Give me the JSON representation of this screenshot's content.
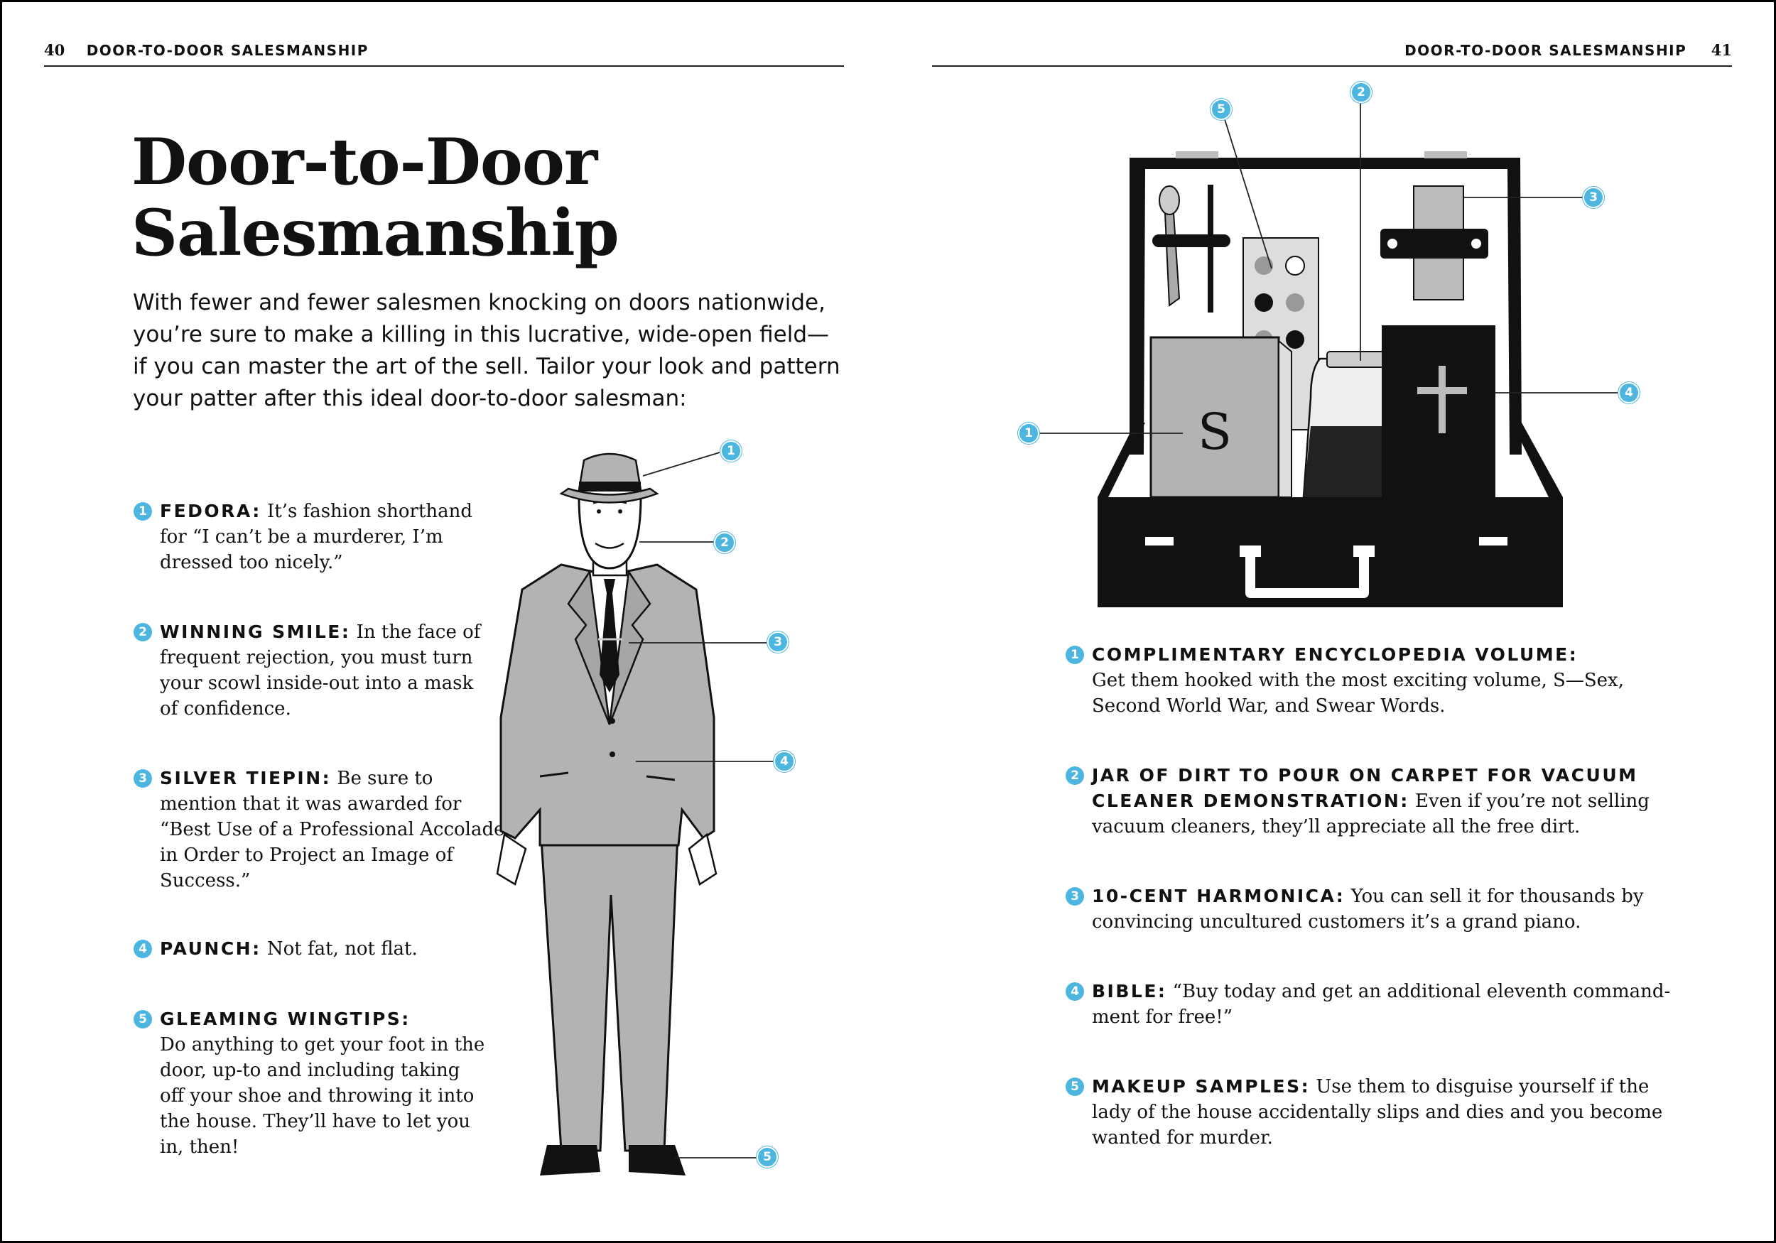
{
  "header": {
    "left_page_number": "40",
    "left_running_title": "DOOR-TO-DOOR SALESMANSHIP",
    "right_running_title": "DOOR-TO-DOOR SALESMANSHIP",
    "right_page_number": "41"
  },
  "title_lines": [
    "Door-to-Door",
    "Salesmanship"
  ],
  "intro_lines": [
    "With fewer and fewer salesmen knocking on doors nationwide,",
    "you’re sure to make a killing in this lucrative, wide-open field—",
    "if you can master the art of the sell. Tailor your look and pattern",
    "your patter after this ideal door-to-door salesman:"
  ],
  "salesman_items": [
    {
      "num": "1",
      "lead": "FEDORA:",
      "lines": [
        " It’s fashion shorthand",
        "for “I can’t be a murderer, I’m",
        "dressed too nicely.”"
      ]
    },
    {
      "num": "2",
      "lead": "WINNING SMILE:",
      "lines": [
        " In the face of",
        "frequent rejection, you must turn",
        "your scowl inside-out into a mask",
        "of confidence."
      ]
    },
    {
      "num": "3",
      "lead": "SILVER TIEPIN:",
      "lines": [
        " Be sure to",
        "mention that it was awarded for",
        "“Best Use of a Professional Accolade",
        "in Order to Project an Image of",
        "Success.”"
      ]
    },
    {
      "num": "4",
      "lead": "PAUNCH:",
      "lines": [
        " Not fat, not flat."
      ]
    },
    {
      "num": "5",
      "lead": "GLEAMING WINGTIPS:",
      "lines": [
        "",
        "Do anything to get your foot in the",
        "door, up-to and including taking",
        "off your shoe and throwing it into",
        "the house. They’ll have to let you",
        "in, then!"
      ]
    }
  ],
  "case_items": [
    {
      "num": "1",
      "lead": "COMPLIMENTARY ENCYCLOPEDIA VOLUME:",
      "lines": [
        "",
        "Get them hooked with the most exciting volume, S—Sex,",
        "Second World War, and Swear Words."
      ]
    },
    {
      "num": "2",
      "lead": "JAR OF DIRT TO POUR ON CARPET FOR VACUUM",
      "lead2": "CLEANER DEMONSTRATION:",
      "lines": [
        "",
        " Even if you’re not selling",
        "vacuum cleaners, they’ll appreciate all the free dirt."
      ]
    },
    {
      "num": "3",
      "lead": "10-CENT HARMONICA:",
      "lines": [
        " You can sell it for thousands by",
        "convincing uncultured customers it’s a grand piano."
      ]
    },
    {
      "num": "4",
      "lead": "BIBLE:",
      "lines": [
        " “Buy today and get an additional eleventh command-",
        "ment for free!”"
      ]
    },
    {
      "num": "5",
      "lead": "MAKEUP SAMPLES:",
      "lines": [
        " Use them to disguise yourself if the",
        "lady of the house accidentally slips and dies and you become",
        "wanted for murder."
      ]
    }
  ],
  "figure_callouts": [
    "1",
    "2",
    "3",
    "4",
    "5"
  ],
  "book_spine_letter": "S",
  "colors": {
    "accent": "#4db6e0",
    "suit": "#b3b3b3",
    "ink": "#111111"
  }
}
